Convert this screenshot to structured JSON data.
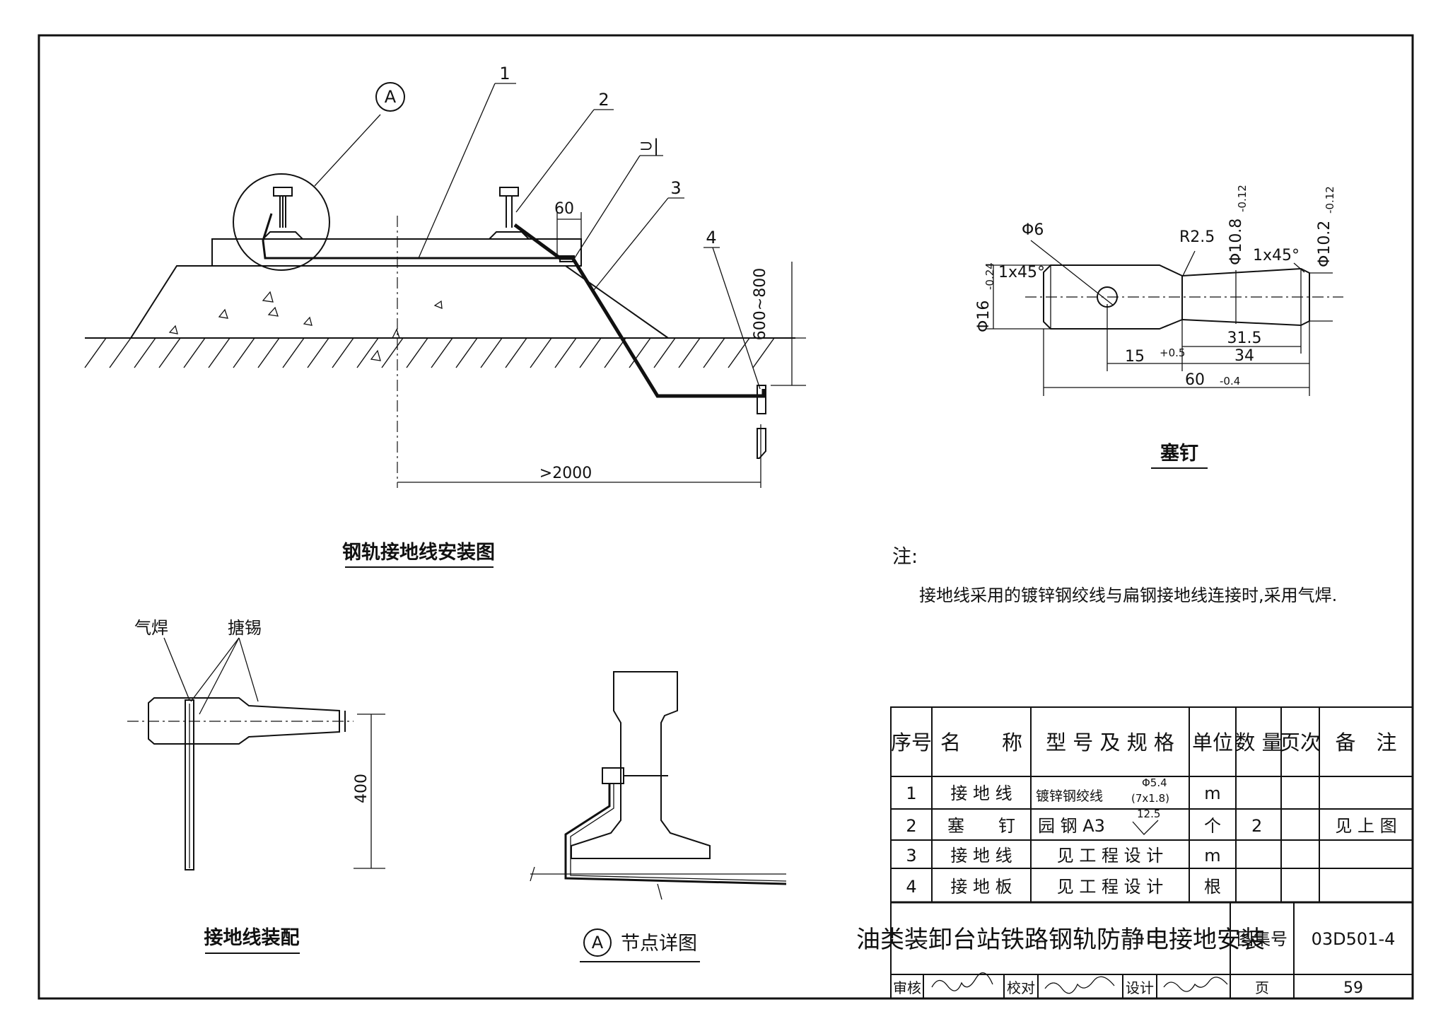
{
  "main_view": {
    "title": "钢轨接地线安装图",
    "detail_marker": "A",
    "callouts": [
      "1",
      "2",
      "3",
      "4"
    ],
    "weld_symbol": "⊃|",
    "dim_60": "60",
    "dim_depth": "600~800",
    "dim_length": ">2000"
  },
  "plug_view": {
    "title": "塞钉",
    "dim_phi6": "Φ6",
    "dim_r": "R2.5",
    "dim_phi10_8": "Φ10.8",
    "tol_phi10_8": "-0.12",
    "dim_phi10_2": "Φ10.2",
    "tol_phi10_2": "-0.12",
    "chamfer": "1x45°",
    "dim_phi16": "Φ16",
    "tol_phi16": "-0.24",
    "dim_31_5": "31.5",
    "dim_15": "15",
    "tol_15": "+0.5",
    "dim_34": "34",
    "dim_60": "60",
    "tol_60": "-0.4"
  },
  "notes": {
    "label": "注:",
    "text": "接地线采用的镀锌钢绞线与扁钢接地线连接时,采用气焊."
  },
  "assembly_view": {
    "title": "接地线装配",
    "label_weld": "气焊",
    "label_tin": "搪锡",
    "dim_400": "400"
  },
  "detail_view": {
    "marker": "A",
    "title": "节点详图"
  },
  "table": {
    "headers": [
      "序号",
      "名　　称",
      "型 号 及 规 格",
      "单位",
      "数 量",
      "页次",
      "备　注"
    ],
    "rows": [
      [
        "1",
        "接 地 线",
        "镀锌钢绞线",
        "m",
        "",
        "",
        ""
      ],
      [
        "2",
        "塞　　钉",
        "园 钢 A3",
        "个",
        "2",
        "",
        "见 上 图"
      ],
      [
        "3",
        "接 地 线",
        "见 工 程 设 计",
        "m",
        "",
        "",
        ""
      ],
      [
        "4",
        "接 地 板",
        "见 工 程 设 计",
        "根",
        "",
        "",
        ""
      ]
    ],
    "row1_spec_sup": "Φ5.4",
    "row1_spec_sub": "(7x1.8)",
    "row2_roughness": "12.5"
  },
  "title_block": {
    "drawing_title": "油类装卸台站铁路钢轨防静电接地安装",
    "atlas_label": "图集号",
    "atlas_number": "03D501-4",
    "review_label": "审核",
    "check_label": "校对",
    "design_label": "设计",
    "page_label": "页",
    "page_number": "59"
  }
}
